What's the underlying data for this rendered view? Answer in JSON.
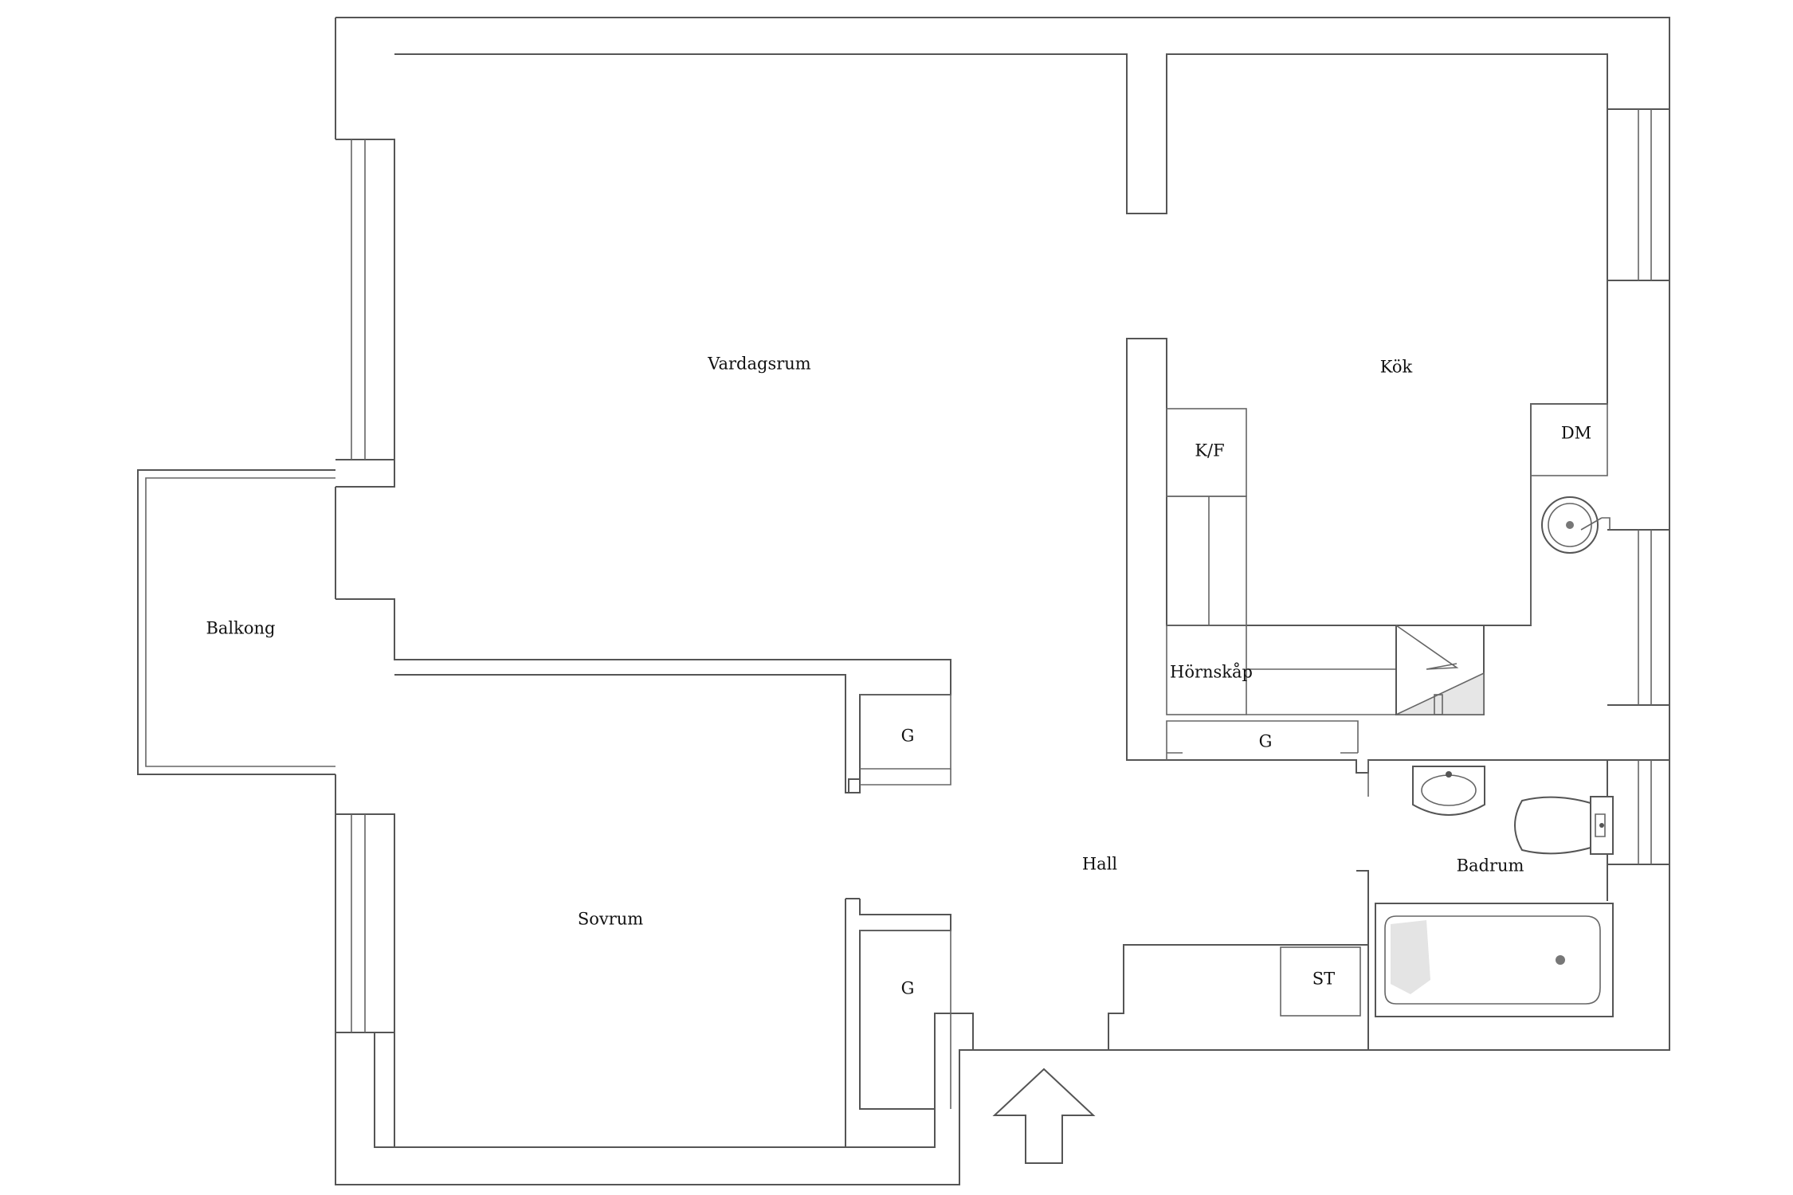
{
  "floorplan": {
    "rooms": {
      "vardagsrum": "Vardagsrum",
      "kok": "Kök",
      "balkong": "Balkong",
      "sovrum": "Sovrum",
      "hall": "Hall",
      "badrum": "Badrum"
    },
    "fixtures": {
      "kf": "K/F",
      "dm": "DM",
      "hornskap": "Hörnskåp",
      "garderob_kitchen": "G",
      "garderob_upper": "G",
      "garderob_lower": "G",
      "st": "ST"
    },
    "icons": [
      "entrance-arrow-icon",
      "sink-icon",
      "stove-icon",
      "toilet-icon",
      "bathtub-icon",
      "washbasin-icon"
    ]
  }
}
